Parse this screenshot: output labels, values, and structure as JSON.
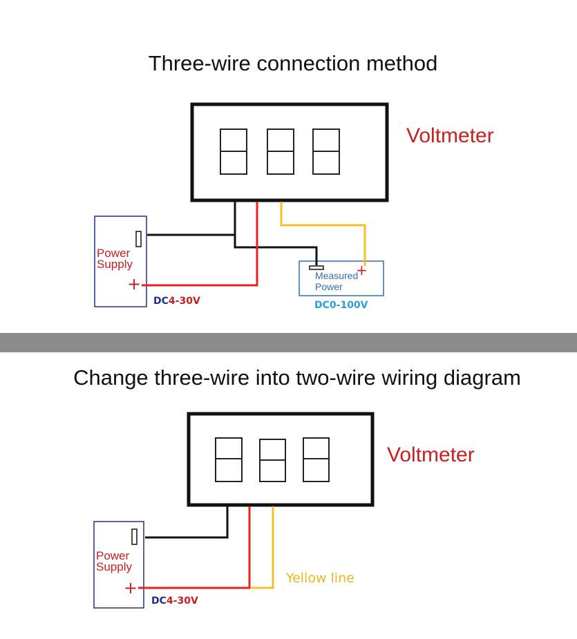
{
  "top": {
    "title": "Three-wire connection method",
    "meter_label": "Voltmeter",
    "power_supply_line1": "Power",
    "power_supply_line2": "Supply",
    "plus_symbol": "+",
    "minus_symbol": "-",
    "dc_supply_prefix": "DC",
    "dc_supply_range": "4-30V",
    "measured_line1": "Measured",
    "measured_line2": "Power",
    "dc_measured": "DC0-100V"
  },
  "divider_color": "#8c8c8c",
  "bottom": {
    "title": "Change three-wire into two-wire wiring diagram",
    "meter_label": "Voltmeter",
    "power_supply_line1": "Power",
    "power_supply_line2": "Supply",
    "plus_symbol": "+",
    "minus_symbol": "-",
    "dc_supply_prefix": "DC",
    "dc_supply_range": "4-30V",
    "yellow_label": "Yellow line"
  },
  "colors": {
    "wire_black": "#111111",
    "wire_red": "#e8201e",
    "wire_yellow": "#f2c02a",
    "label_red": "#c8201e",
    "label_blue": "#1f2f8a",
    "label_cyan": "#2aa0d8"
  }
}
